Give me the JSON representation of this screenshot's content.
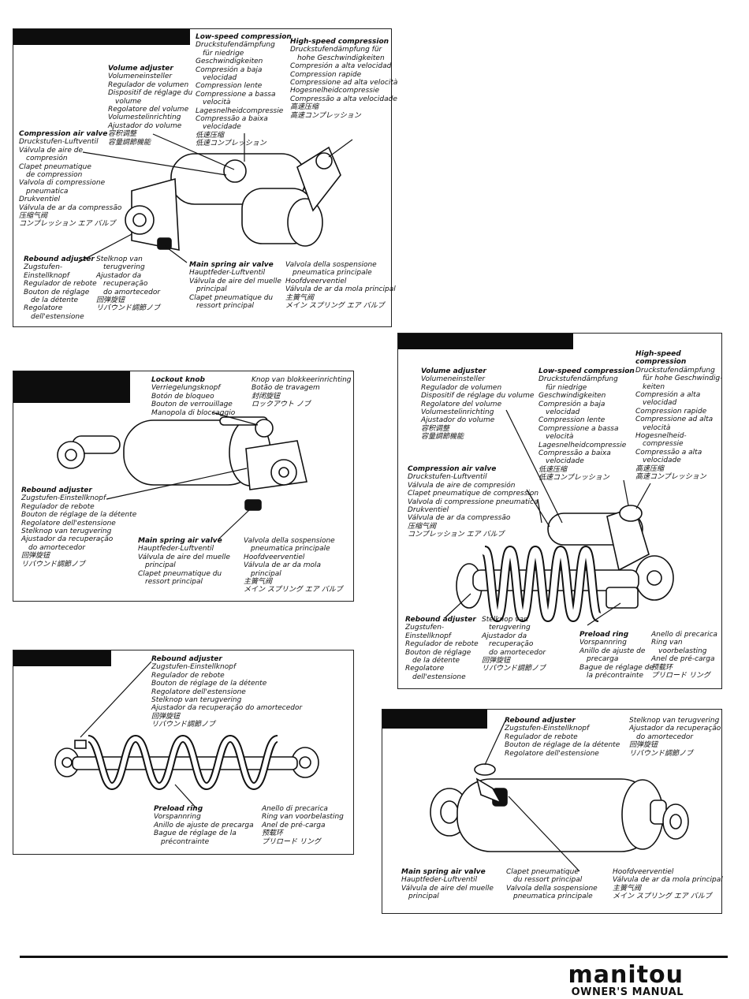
{
  "panels": {
    "p1": {
      "volume_adjuster": [
        "Volume adjuster",
        "Volumeneinsteller",
        "Regulador de volumen",
        "Dispositif de réglage du",
        "volume",
        "Regolatore del volume",
        "Volumestelinrichting",
        "Ajustador do volume",
        "容积调整",
        "容量調節機能"
      ],
      "low_speed": [
        "Low-speed compression",
        "Druckstufendämpfung",
        "für niedrige",
        "Geschwindigkeiten",
        "Compresión a baja",
        "velocidad",
        "Compression lente",
        "Compressione a bassa",
        "velocità",
        "Lagesnelheidcompressie",
        "Compressão a baixa",
        "velocidade",
        "低速压缩",
        "低速コンプレッション"
      ],
      "high_speed": [
        "High-speed compression",
        "Druckstufendämpfung für",
        "hohe Geschwindigkeiten",
        "Compresión a alta velocidad",
        "Compression rapide",
        "Compressione ad alta velocità",
        "Hogesnelheidcompressie",
        "Compressão a alta velocidade",
        "高速压缩",
        "高速コンプレッション"
      ],
      "compression_air_valve": [
        "Compression air valve",
        "Druckstufen-Luftventil",
        "Válvula de aire de",
        "compresión",
        "Clapet pneumatique",
        "de compression",
        "Valvola di compressione",
        "pneumatica",
        "Drukventiel",
        "Válvula de ar da compressão",
        "压缩气阀",
        "コンプレッション エア バルブ"
      ],
      "rebound_adjuster": [
        "Rebound adjuster",
        "Zugstufen-",
        "Einstellknopf",
        "Regulador de rebote",
        "Bouton de réglage",
        "de la détente",
        "Regolatore",
        "dell'estensione"
      ],
      "rebound_adjuster_2": [
        "Stelknop van",
        "terugvering",
        "Ajustador da",
        "recuperação",
        "do amortecedor",
        "回弹旋钮",
        "リバウンド調節ノブ"
      ],
      "main_spring_a": [
        "Main spring air valve",
        "Hauptfeder-Luftventil",
        "Válvula de aire del muelle",
        "principal",
        "Clapet pneumatique du",
        "ressort principal"
      ],
      "main_spring_b": [
        "Valvola della sospensione",
        "pneumatica principale",
        "Hoofdveerventiel",
        "Válvula de ar da mola principal",
        "主簧气阀",
        "メイン スプリング エア バルブ"
      ]
    },
    "p2": {
      "lockout_a": [
        "Lockout knob",
        "Verriegelungsknopf",
        "Botón de bloqueo",
        "Bouton de verrouillage",
        "Manopola di bloccaggio"
      ],
      "lockout_b": [
        "Knop van blokkeerinrichting",
        "Botão de travagem",
        "封闭旋钮",
        "ロックアウト ノブ"
      ],
      "rebound": [
        "Rebound adjuster",
        "Zugstufen-Einstellknopf",
        "Regulador de rebote",
        "Bouton de réglage de la détente",
        "Regolatore dell'estensione",
        "Stelknop van terugvering",
        "Ajustador da recuperação",
        "do amortecedor",
        "回弹旋钮",
        "リバウンド調節ノブ"
      ],
      "main_spring_a": [
        "Main spring air valve",
        "Hauptfeder-Luftventil",
        "Válvula de aire del muelle",
        "principal",
        "Clapet pneumatique du",
        "ressort principal"
      ],
      "main_spring_b": [
        "Valvola della sospensione",
        "pneumatica principale",
        "Hoofdveerventiel",
        "Válvula de ar da mola",
        "principal",
        "主簧气阀",
        "メイン スプリング エア バルブ"
      ]
    },
    "p3": {
      "rebound": [
        "Rebound adjuster",
        "Zugstufen-Einstellknopf",
        "Regulador de rebote",
        "Bouton de réglage de la détente",
        "Regolatore dell'estensione",
        "Stelknop van terugvering",
        "Ajustador da recuperação do amortecedor",
        "回弹旋钮",
        "リバウンド調節ノブ"
      ],
      "preload_a": [
        "Preload ring",
        "Vorspannring",
        "Anillo de ajuste de precarga",
        "Bague de réglage de la",
        "précontrainte"
      ],
      "preload_b": [
        "Anello di precarica",
        "Ring van voorbelasting",
        "Anel de pré-carga",
        "预载环",
        "プリロード リング"
      ]
    },
    "p4": {
      "volume_adjuster": [
        "Volume adjuster",
        "Volumeneinsteller",
        "Regulador de volumen",
        "Dispositif de réglage du volume",
        "Regolatore del volume",
        "Volumestelinrichting",
        "Ajustador do volume",
        "容积调整",
        "容量調節機能"
      ],
      "low_speed": [
        "Low-speed compression",
        "Druckstufendämpfung",
        "für niedrige",
        "Geschwindigkeiten",
        "Compresión a baja",
        "velocidad",
        "Compression lente",
        "Compressione a bassa",
        "velocità",
        "Lagesnelheidcompressie",
        "Compressão a baixa",
        "velocidade",
        "低速压缩",
        "低速コンプレッション"
      ],
      "high_speed": [
        "High-speed",
        "compression",
        "Druckstufendämpfung",
        "für hohe Geschwindig-",
        "keiten",
        "Compresión a alta",
        "velocidad",
        "Compression rapide",
        "Compressione ad alta",
        "velocità",
        "Hogesnelheid-",
        "compressie",
        "Compressão a alta",
        "velocidade",
        "高速压缩",
        "高速コンプレッション"
      ],
      "compression_air_valve": [
        "Compression air valve",
        "Druckstufen-Luftventil",
        "Válvula de aire de compresión",
        "Clapet pneumatique de compression",
        "Valvola di compressione pneumatica",
        "Drukventiel",
        "Válvula de ar da compressão",
        "压缩气阀",
        "コンプレッション エア バルブ"
      ],
      "rebound_a": [
        "Rebound adjuster",
        "Zugstufen-",
        "Einstellknopf",
        "Regulador de rebote",
        "Bouton de réglage",
        "de la détente",
        "Regolatore",
        "dell'estensione"
      ],
      "rebound_b": [
        "Stelknop van",
        "terugvering",
        "Ajustador da",
        "recuperação",
        "do amortecedor",
        "回弹旋钮",
        "リバウンド調節ノブ"
      ],
      "preload_a": [
        "Preload ring",
        "Vorspannring",
        "Anillo de ajuste de",
        "precarga",
        "Bague de réglage de",
        "la précontrainte"
      ],
      "preload_b": [
        "Anello di precarica",
        "Ring van",
        "voorbelasting",
        "Anel de pré-carga",
        "预载环",
        "プリロード リング"
      ]
    },
    "p5": {
      "rebound_a": [
        "Rebound adjuster",
        "Zugstufen-Einstellknopf",
        "Regulador de rebote",
        "Bouton de réglage de la détente",
        "Regolatore dell'estensione"
      ],
      "rebound_b": [
        "Stelknop van terugvering",
        "Ajustador da recuperação",
        "do amortecedor",
        "回弹旋钮",
        "リバウンド調節ノブ"
      ],
      "main_a": [
        "Main spring air valve",
        "Hauptfeder-Luftventil",
        "Válvula de aire del muelle",
        "principal"
      ],
      "main_b": [
        "Clapet pneumatique",
        "du ressort principal",
        "Valvola della sospensione",
        "pneumatica principale"
      ],
      "main_c": [
        "Hoofdveerventiel",
        "Válvula de ar da mola principal",
        "主簧气阀",
        "メイン スプリング エア バルブ"
      ]
    }
  },
  "footer": {
    "brand": "manitou",
    "subtitle": "OWNER'S MANUAL"
  }
}
